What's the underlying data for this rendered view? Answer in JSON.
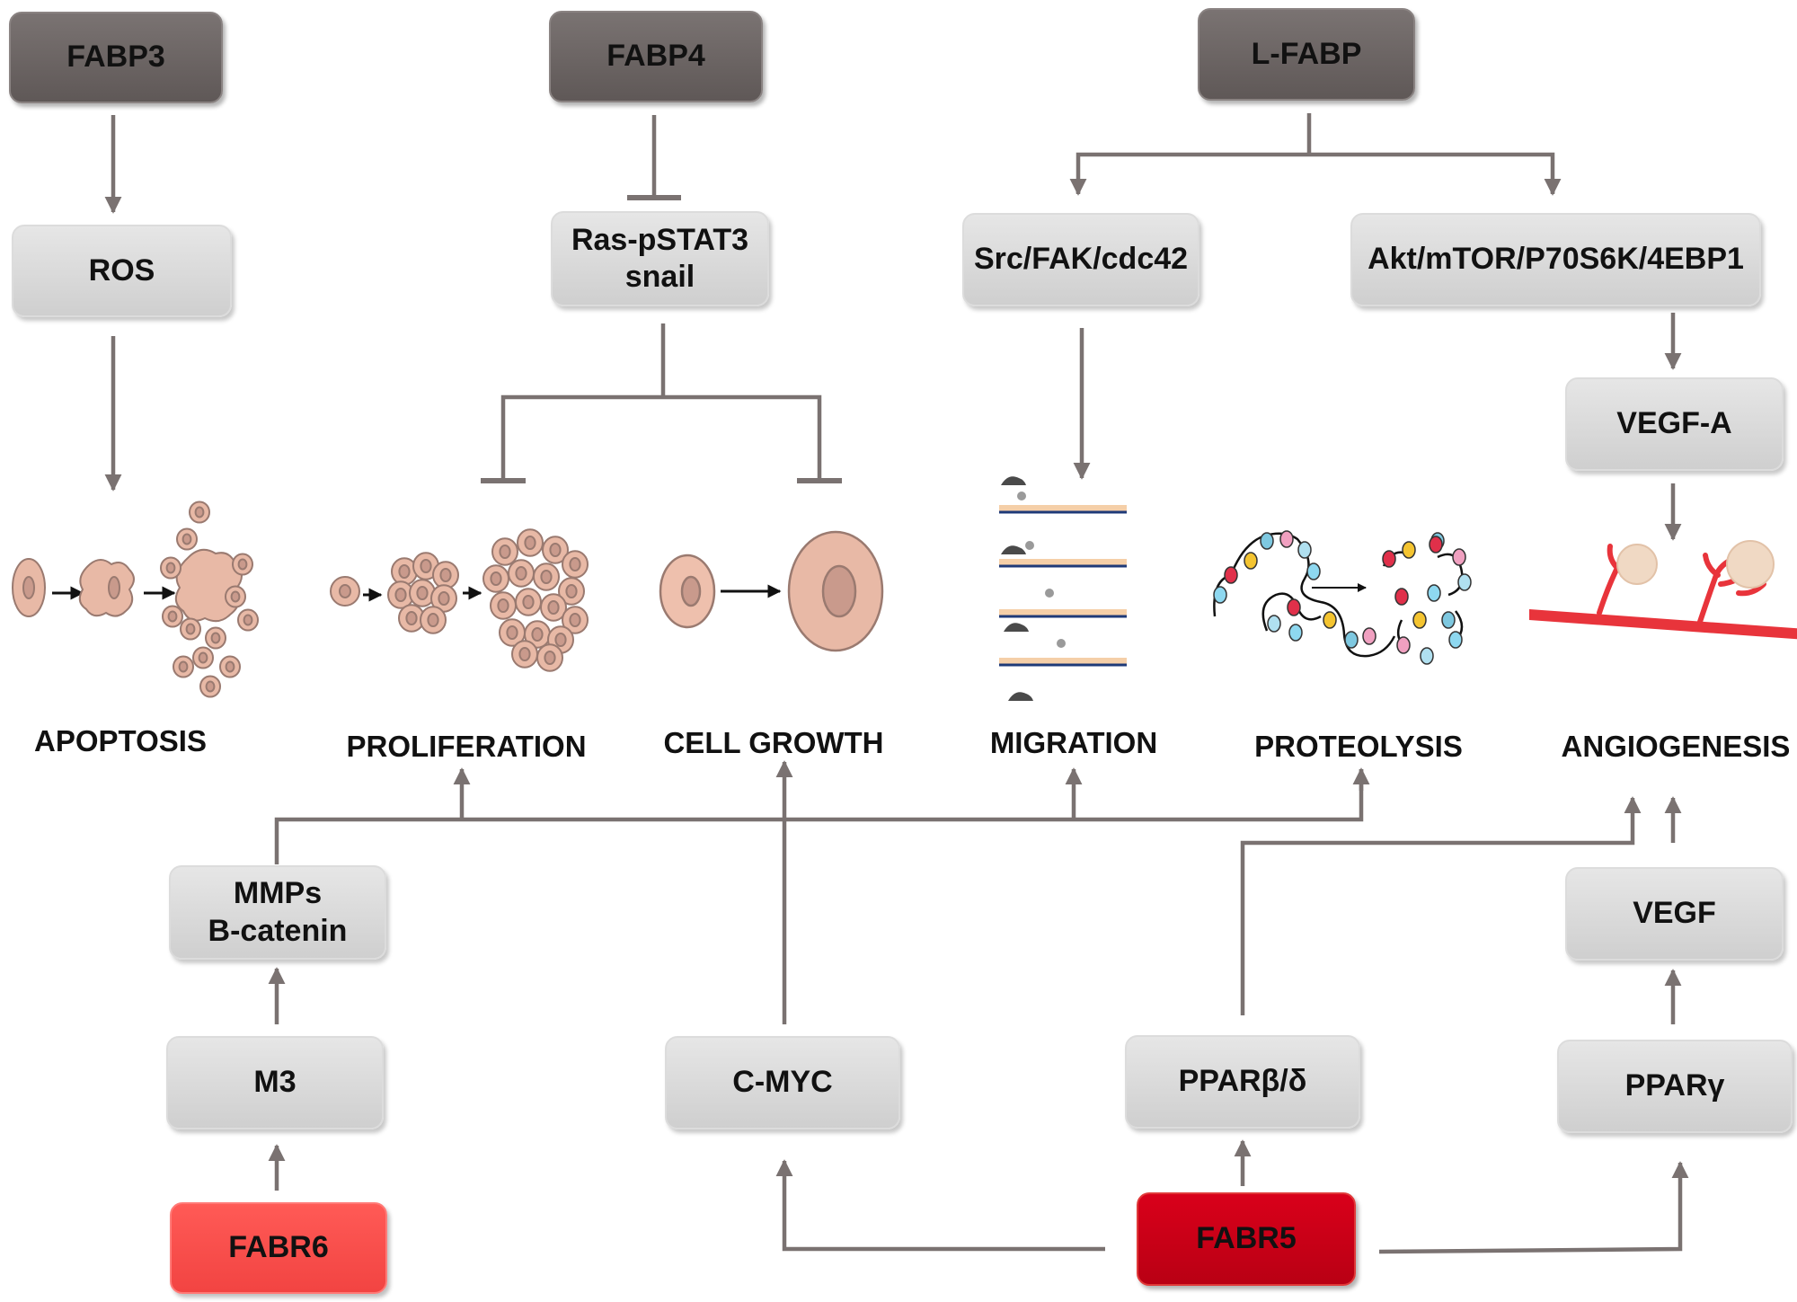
{
  "nodes": {
    "fabp3": "FABP3",
    "fabp4": "FABP4",
    "lfabp": "L-FABP",
    "ros": "ROS",
    "ras": "Ras-pSTAT3\nsnail",
    "src": "Src/FAK/cdc42",
    "akt": "Akt/mTOR/P70S6K/4EBP1",
    "vegfa": "VEGF-A",
    "mmps": "MMPs\nB-catenin",
    "m3": "M3",
    "cmyc": "C-MYC",
    "ppard": "PPARβ/δ",
    "vegf": "VEGF",
    "pparg": "PPARγ",
    "fabr6": "FABR6",
    "fabr5": "FABR5"
  },
  "outcomes": {
    "apoptosis": "APOPTOSIS",
    "proliferation": "PROLIFERATION",
    "cell_growth": "CELL GROWTH",
    "migration": "MIGRATION",
    "proteolysis": "PROTEOLYSIS",
    "angiogenesis": "ANGIOGENESIS"
  },
  "colors": {
    "line": "#7a7271",
    "dark_box": "#6b6463",
    "light_box": "#d9d9d9",
    "fabr5": "#c8001a",
    "fabr6": "#ff4d4d",
    "cell": "#e8b9a6"
  }
}
